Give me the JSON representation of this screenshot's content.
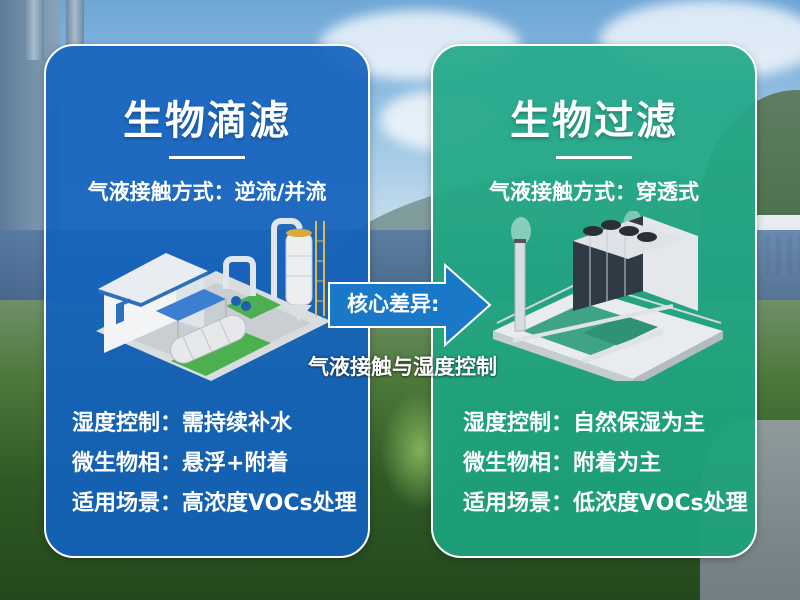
{
  "colors": {
    "blue_panel": "#1664BE",
    "green_panel": "#26AA8C",
    "arrow_fill": "#1A78C8",
    "text": "#FFFFFF"
  },
  "left_panel": {
    "title": "生物滴滤",
    "contact_line": "气液接触方式：逆流/并流",
    "illustration": "biotrickling-filter-plant-icon",
    "facts": [
      {
        "label": "湿度控制：",
        "value": "需持续补水"
      },
      {
        "label": "微生物相：",
        "value": "悬浮+附着"
      },
      {
        "label": "适用场景：",
        "value": "高浓度VOCs处理"
      }
    ]
  },
  "right_panel": {
    "title": "生物过滤",
    "contact_line": "气液接触方式：穿透式",
    "illustration": "biofilter-plant-icon",
    "facts": [
      {
        "label": "湿度控制：",
        "value": "自然保湿为主"
      },
      {
        "label": "微生物相：",
        "value": "附着为主"
      },
      {
        "label": "适用场景：",
        "value": "低浓度VOCs处理"
      }
    ]
  },
  "center": {
    "arrow_label": "核心差异:",
    "subtitle": "气液接触与湿度控制"
  }
}
